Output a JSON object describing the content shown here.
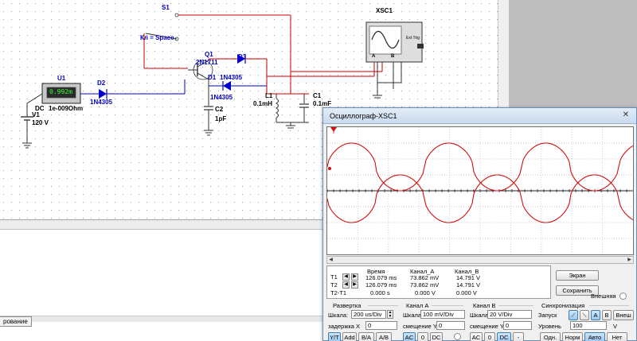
{
  "schematic": {
    "switch": {
      "name": "S1",
      "key": "Кл = Space"
    },
    "scope_symbol": {
      "name": "XSC1",
      "trig_label": "Ext Trig",
      "a_label": "A",
      "b_label": "B"
    },
    "meter": {
      "name": "U1",
      "reading": "0.992m",
      "type": "DC",
      "resistance": "1e-009Ohm"
    },
    "source": {
      "name": "V1",
      "value": "120 V"
    },
    "diode_d2": {
      "name": "D2",
      "model": "1N4305"
    },
    "transistor": {
      "name": "Q1",
      "model": "2N1711"
    },
    "diode_d3": {
      "name": "D3"
    },
    "diode_d1": {
      "name": "D1",
      "model": "1N4305",
      "model2": "1N4305"
    },
    "capacitor_c2": {
      "name": "C2",
      "value": "1pF"
    },
    "inductor_l1": {
      "name": "L1",
      "value": "0.1mH"
    },
    "capacitor_c1": {
      "name": "C1",
      "value": "0.1mF"
    }
  },
  "bottom_tab": {
    "label": "рование"
  },
  "oscilloscope": {
    "title": "Осциллограф-XSC1",
    "close_glyph": "✕",
    "readout": {
      "headers": {
        "time": "Время",
        "ch_a": "Канал_A",
        "ch_b": "Канал_B"
      },
      "rows": [
        {
          "label": "T1",
          "time": "126.079 ms",
          "ch_a": "73.862 mV",
          "ch_b": "14.791 V"
        },
        {
          "label": "T2",
          "time": "126.079 ms",
          "ch_a": "73.862 mV",
          "ch_b": "14.791 V"
        },
        {
          "label": "T2-T1",
          "time": "0.000 s",
          "ch_a": "0.000 V",
          "ch_b": "0.000 V"
        }
      ]
    },
    "buttons": {
      "reverse": "Экран",
      "save": "Сохранить",
      "external": "Внешняя"
    },
    "timebase": {
      "title": "Развертка",
      "scale_label": "Шкала:",
      "scale_value": "200 us/Div",
      "xpos_label": "задержка X",
      "xpos_value": "0",
      "modes": [
        "Y/T",
        "Add",
        "B/A",
        "A/B"
      ]
    },
    "channel_a": {
      "title": "Канал A",
      "scale_label": "Шкала",
      "scale_value": "100 mV/Div",
      "ypos_label": "смещение Y",
      "ypos_value": "0",
      "coupling": [
        "AC",
        "0",
        "DC"
      ]
    },
    "channel_b": {
      "title": "Канал B",
      "scale_label": "Шкала",
      "scale_value": "20  V/Div",
      "ypos_label": "смещение Y",
      "ypos_value": "0",
      "coupling": [
        "AC",
        "0",
        "DC",
        "-"
      ]
    },
    "trigger": {
      "title": "Синхронизация",
      "edge_label": "Запуск",
      "sources": [
        "A",
        "B",
        "Внеш"
      ],
      "level_label": "Уровень",
      "level_value": "100",
      "level_unit": "V",
      "modes": [
        "Одн.",
        "Норм",
        "Авто",
        "Нет"
      ]
    },
    "colors": {
      "trace_a": "#d01010",
      "trace_b": "#222222",
      "cursor_t1": "#d01010",
      "grid": "#bdbdbd"
    }
  }
}
